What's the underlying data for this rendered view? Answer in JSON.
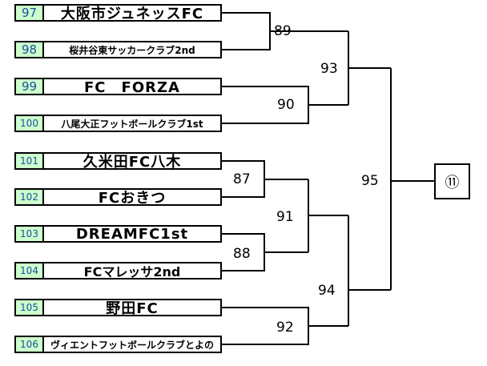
{
  "teams": [
    {
      "no": "97",
      "name": "大阪市ジュネッスFC"
    },
    {
      "no": "98",
      "name": "桜井谷東サッカークラブ2nd"
    },
    {
      "no": "99",
      "name": "FC　FORZA"
    },
    {
      "no": "100",
      "name": "八尾大正フットボールクラブ1st"
    },
    {
      "no": "101",
      "name": "久米田FC八木"
    },
    {
      "no": "102",
      "name": "FCおきつ"
    },
    {
      "no": "103",
      "name": "DREAMFC1st"
    },
    {
      "no": "104",
      "name": "FCマレッサ2nd"
    },
    {
      "no": "105",
      "name": "野田FC"
    },
    {
      "no": "106",
      "name": "ヴィエントフットボールクラブとよの"
    }
  ],
  "matches": {
    "m87": "87",
    "m88": "88",
    "m89": "89",
    "m90": "90",
    "m91": "91",
    "m92": "92",
    "m93": "93",
    "m94": "94",
    "m95": "95"
  },
  "final": "⑪"
}
